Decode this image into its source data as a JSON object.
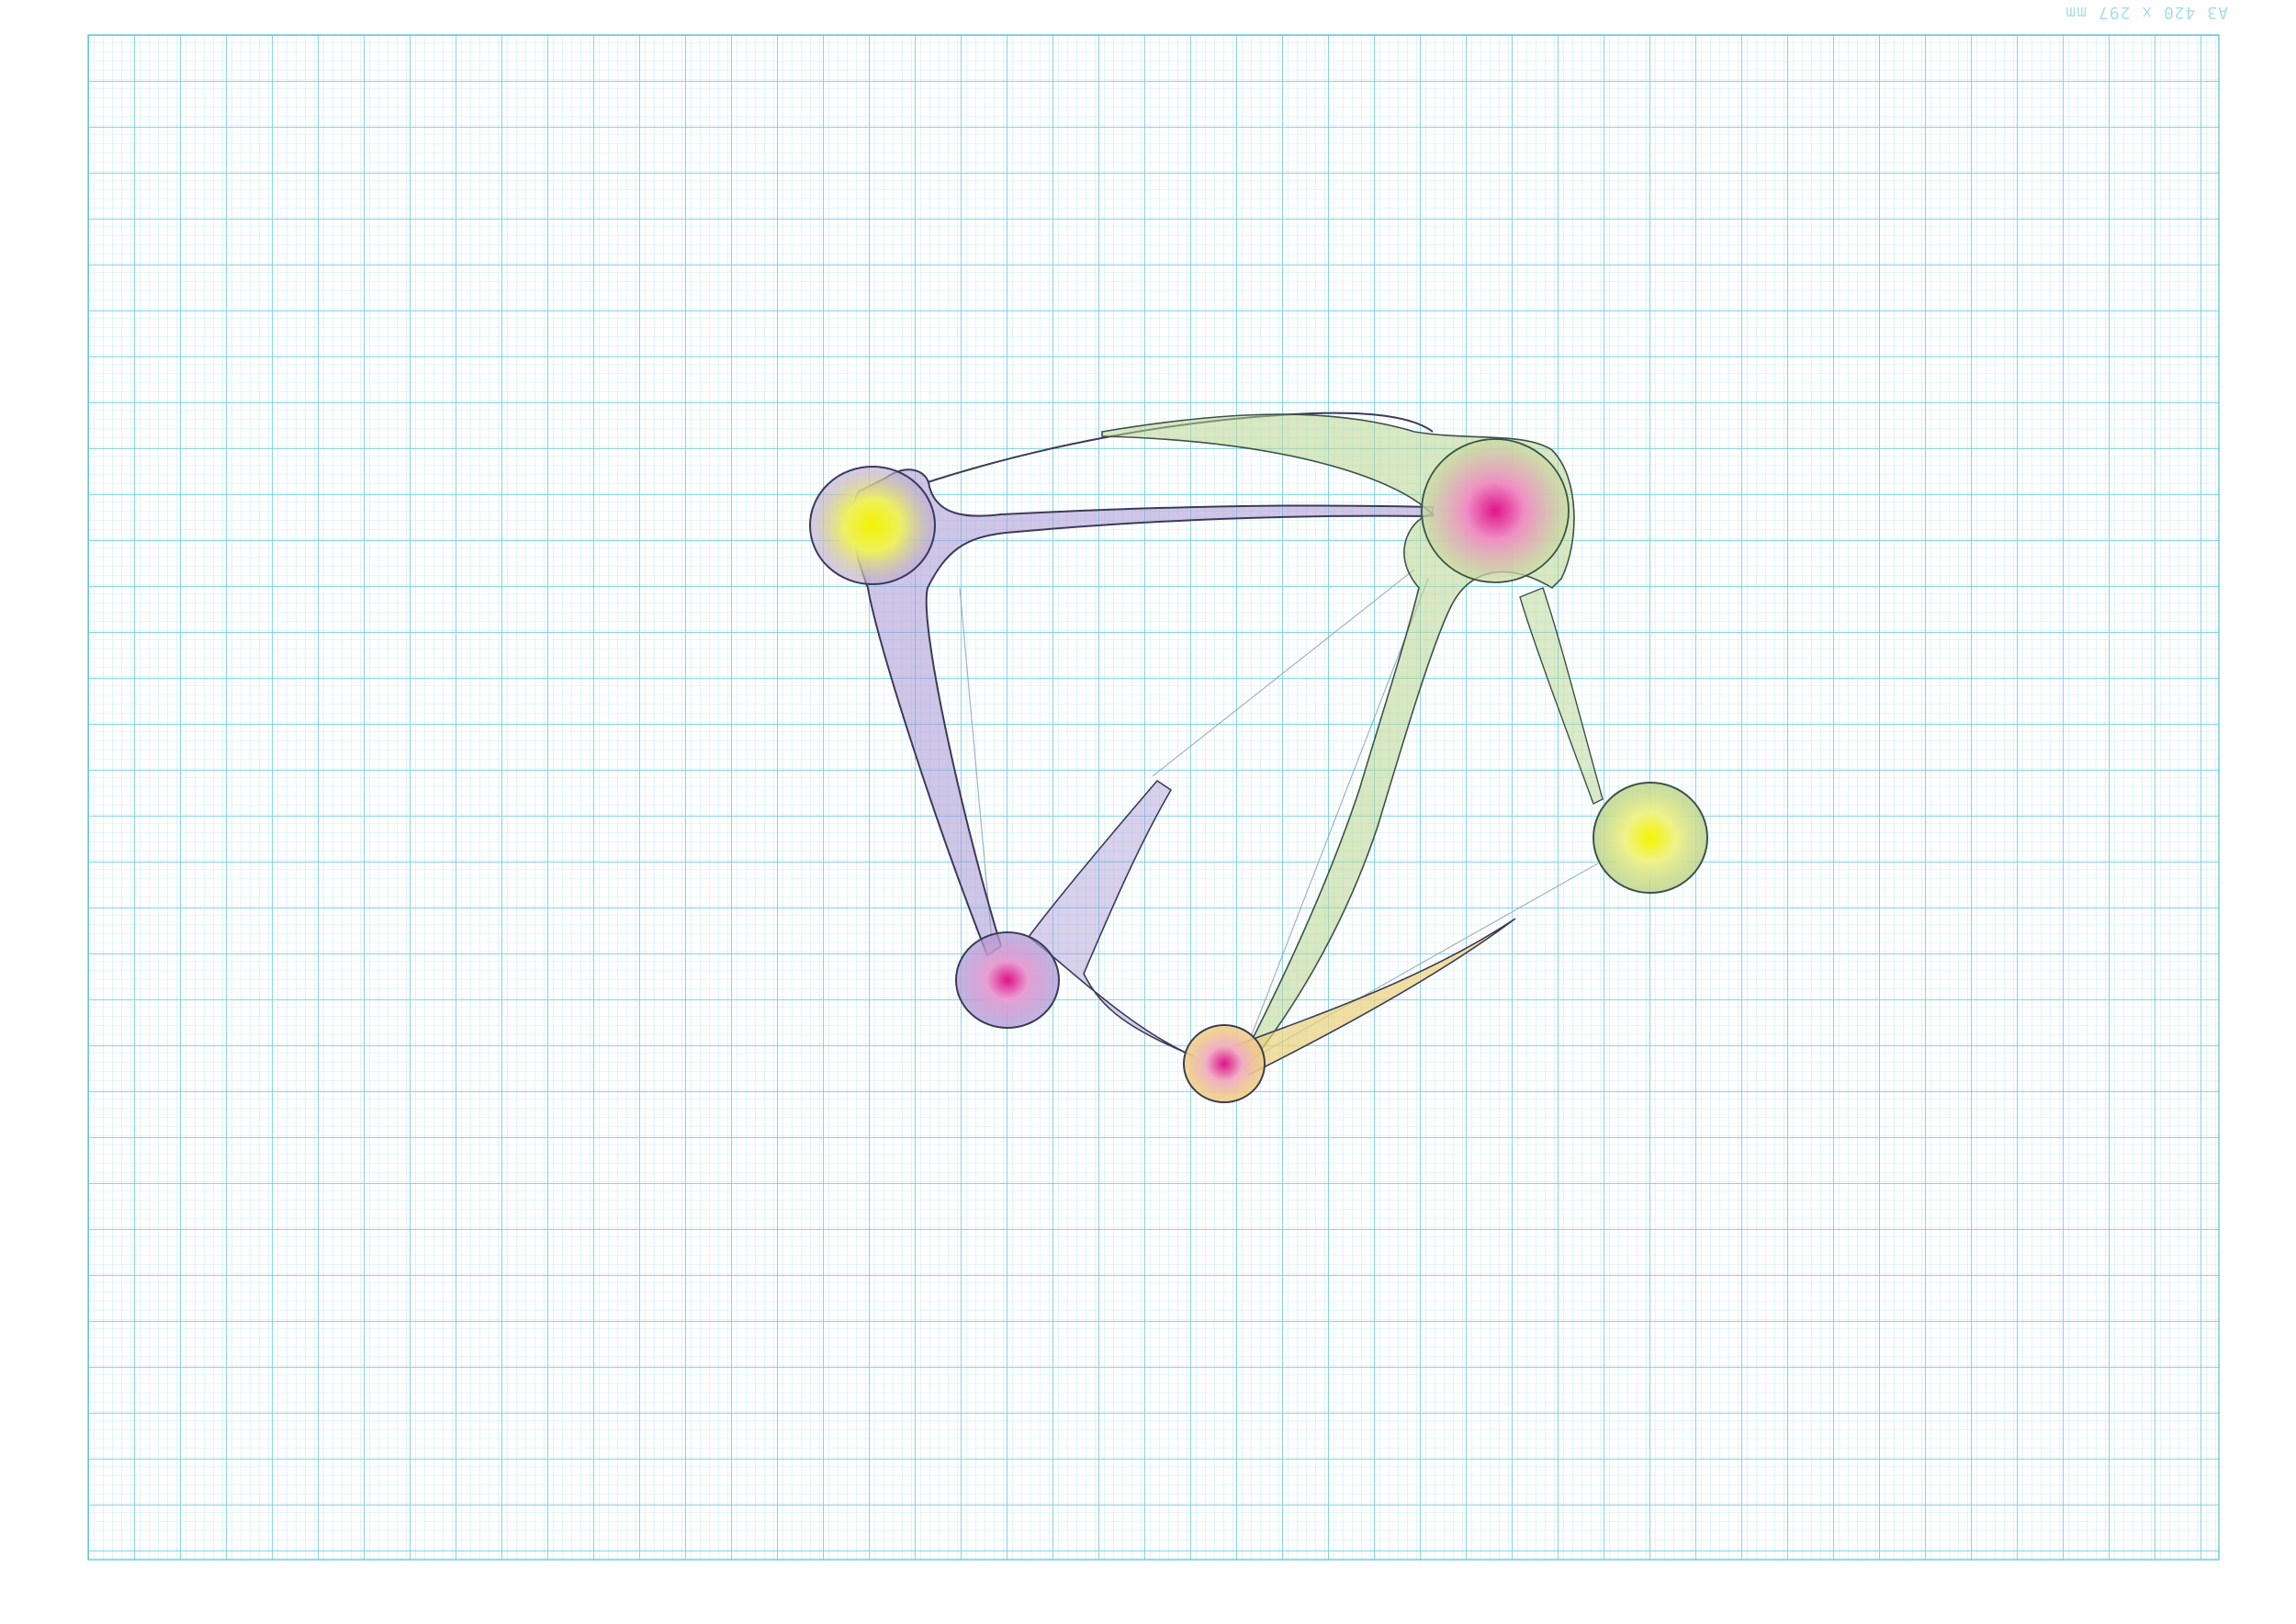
{
  "sheet": {
    "format_label": "A3 420 x 297 mm",
    "paper_color": "#ffffff",
    "grid_color": "#4fc3d9"
  },
  "drawing": {
    "nodes": [
      {
        "id": "node-top-left",
        "core_color": "#f2f000",
        "halo_color": "#f0eea0",
        "body_color": "#8a77c8"
      },
      {
        "id": "node-top-right",
        "core_color": "#e0138a",
        "halo_color": "#f2b8d8",
        "body_color": "#a9c97a"
      },
      {
        "id": "node-right",
        "core_color": "#f2f000",
        "halo_color": "#e8f0a0",
        "body_color": "#b9d48a"
      },
      {
        "id": "node-bottom-left",
        "core_color": "#e0138a",
        "halo_color": "#e6b4dc",
        "body_color": "#8a77c8"
      },
      {
        "id": "node-bottom-center",
        "core_color": "#e0138a",
        "halo_color": "#f3e0a0",
        "body_color": "#e8c870"
      }
    ],
    "outline_color": "#3c3a58"
  }
}
